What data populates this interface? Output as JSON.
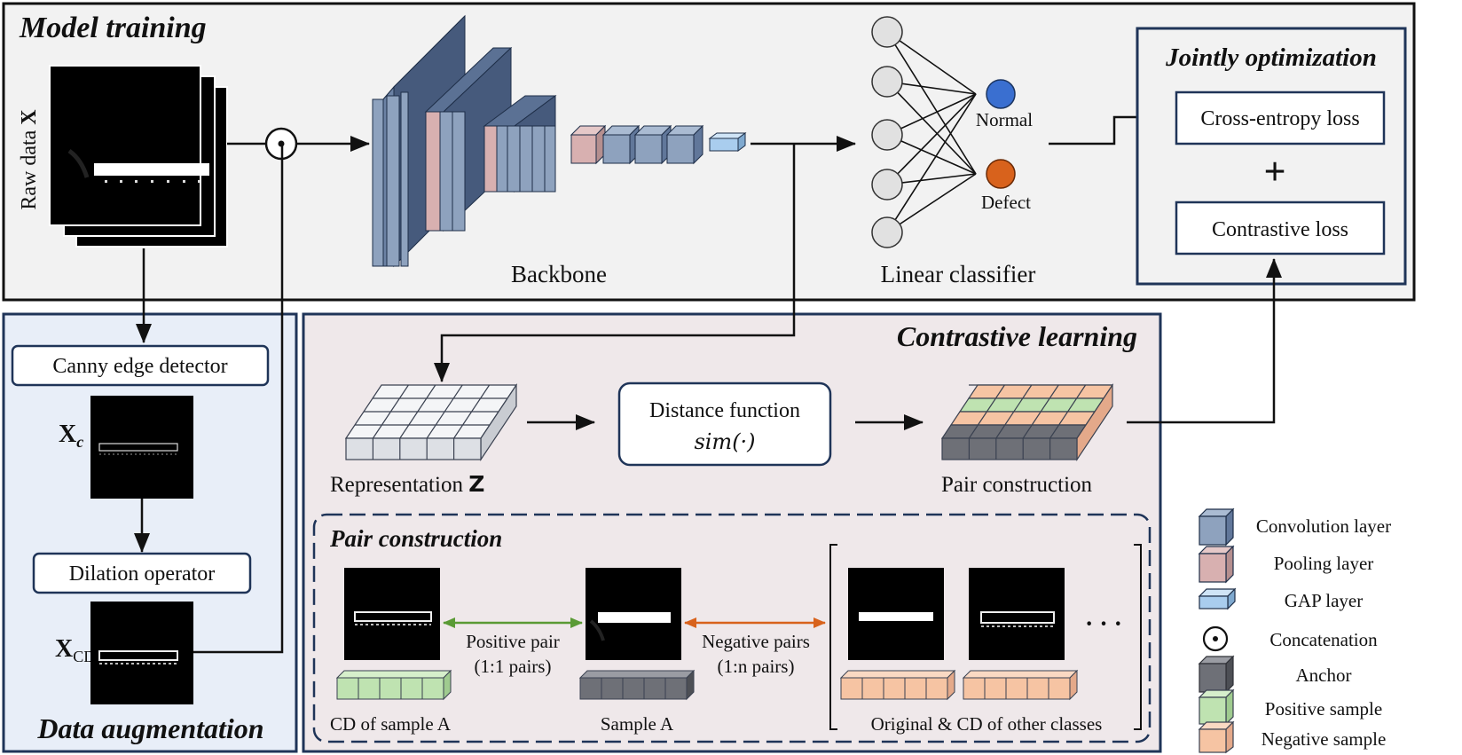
{
  "model_training": {
    "title": "Model training",
    "raw_data_label": "Raw data",
    "raw_data_symbol": "X",
    "backbone_label": "Backbone",
    "classifier_label": "Linear classifier",
    "class_normal": "Normal",
    "class_defect": "Defect",
    "normal_color": "#3a6fd0",
    "defect_color": "#d8621c"
  },
  "joint_optimization": {
    "title": "Jointly optimization",
    "loss1": "Cross-entropy loss",
    "plus": "+",
    "loss2": "Contrastive loss"
  },
  "data_augmentation": {
    "title": "Data augmentation",
    "step1": "Canny edge detector",
    "xc_symbol": "X",
    "xc_sub": "c",
    "step2": "Dilation operator",
    "xcd_symbol": "X",
    "xcd_sub": "CD"
  },
  "contrastive_learning": {
    "title": "Contrastive learning",
    "representation_label": "Representation",
    "representation_symbol": "Z",
    "distance_label": "Distance function",
    "distance_formula": "sim(·)",
    "pair_construction_label": "Pair construction"
  },
  "pair_construction": {
    "title": "Pair construction",
    "cd_label": "CD of sample A",
    "positive_line1": "Positive pair",
    "positive_line2": "(1:1 pairs)",
    "sample_label": "Sample A",
    "negative_line1": "Negative pairs",
    "negative_line2": "(1:n pairs)",
    "others_label": "Original & CD of other classes",
    "ellipsis": "· · ·",
    "positive_arrow_color": "#5a9a35",
    "negative_arrow_color": "#d8621c"
  },
  "legend": {
    "items": [
      {
        "label": "Convolution layer",
        "icon": "convolution-cube-icon",
        "color": "#8ea2be"
      },
      {
        "label": "Pooling layer",
        "icon": "pooling-cube-icon",
        "color": "#d8b0b0"
      },
      {
        "label": "GAP layer",
        "icon": "gap-cube-icon",
        "color": "#a9cdee"
      },
      {
        "label": "Concatenation",
        "icon": "concatenation-icon",
        "color": "#ffffff"
      },
      {
        "label": "Anchor",
        "icon": "anchor-cube-icon",
        "color": "#6e7077"
      },
      {
        "label": "Positive sample",
        "icon": "positive-cube-icon",
        "color": "#bfe3b1"
      },
      {
        "label": "Negative sample",
        "icon": "negative-cube-icon",
        "color": "#f6c4a3"
      }
    ]
  }
}
